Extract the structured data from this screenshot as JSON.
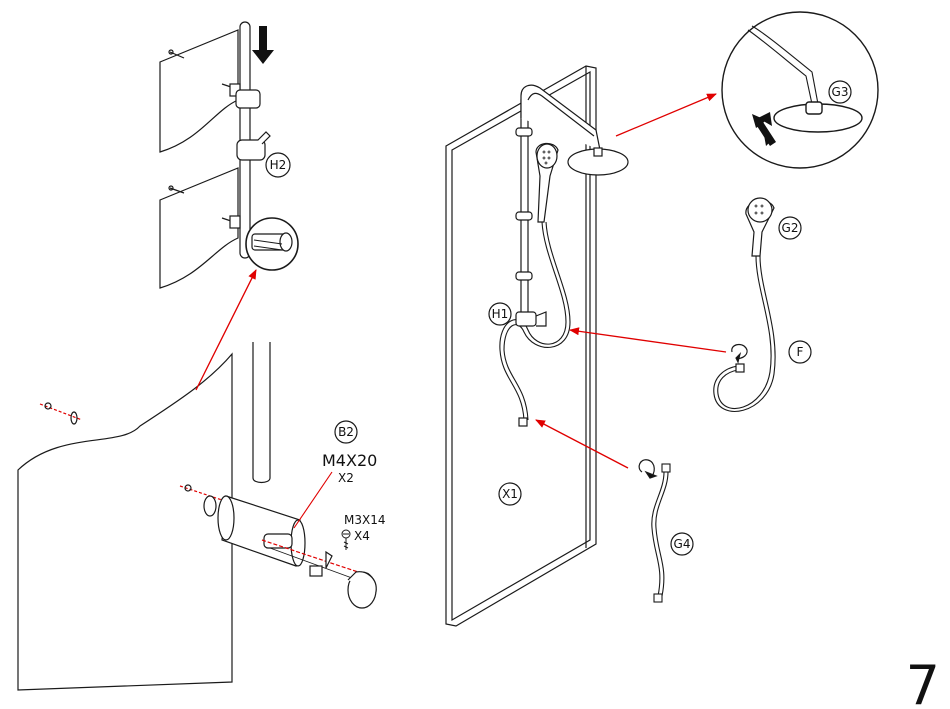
{
  "page_number": "7",
  "parts": {
    "h2": "H2",
    "h1": "H1",
    "b2": "B2",
    "x1": "X1",
    "g2": "G2",
    "g3": "G3",
    "g4": "G4",
    "f": "F"
  },
  "hardware": {
    "screw_b2_size": "M4X20",
    "screw_b2_qty": "X2",
    "screw_small_size": "M3X14",
    "screw_small_qty": "X4"
  },
  "colors": {
    "line": "#1a1a1a",
    "arrow": "#e00000"
  }
}
